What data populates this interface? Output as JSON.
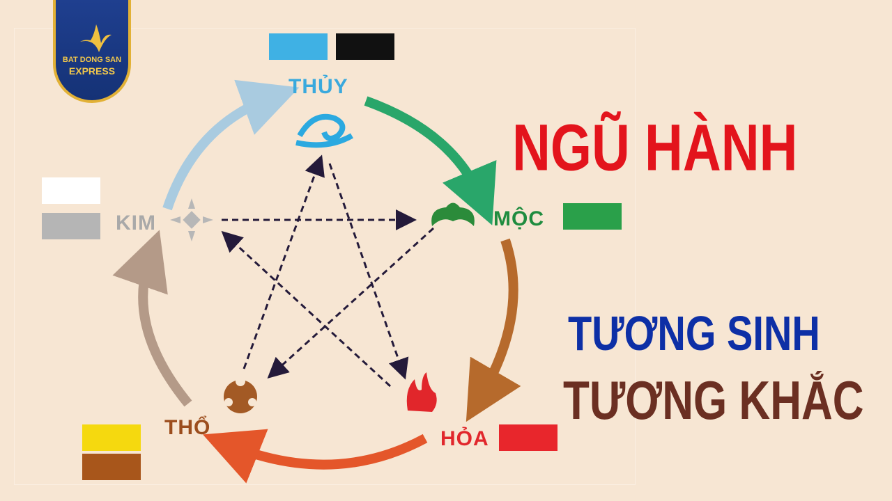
{
  "logo": {
    "line1": "BAT DONG SAN",
    "line2": "EXPRESS"
  },
  "title": {
    "line1": "NGŨ HÀNH",
    "line2": "TƯƠNG SINH",
    "line3": "TƯƠNG KHẮC"
  },
  "colors": {
    "title_red": "#e3141c",
    "sinh_blue": "#0d2fa6",
    "khac_brown": "#6b2f22"
  },
  "elements": [
    {
      "name": "THỦY",
      "colors": [
        "#3fb1e4",
        "#111111"
      ],
      "label_color": "#3aa9dd"
    },
    {
      "name": "MỘC",
      "colors": [
        "#2aa04a"
      ],
      "label_color": "#1f8c3f"
    },
    {
      "name": "HỎA",
      "colors": [
        "#e8262c"
      ],
      "label_color": "#e1272c"
    },
    {
      "name": "THỔ",
      "colors": [
        "#f5d90f",
        "#a8561b"
      ],
      "label_color": "#9c4d1d"
    },
    {
      "name": "KIM",
      "colors": [
        "#ffffff",
        "#b5b5b5"
      ],
      "label_color": "#a9a9a9"
    }
  ]
}
